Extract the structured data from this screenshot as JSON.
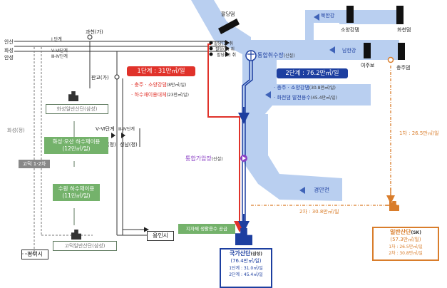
{
  "colors": {
    "river": "#b9cff0",
    "river_arrow": "#3f63b8",
    "stage1": "#e0322a",
    "stage2": "#1d3fa0",
    "orange": "#d97d2b",
    "green": "#74b26b",
    "dam": "#111111"
  },
  "dams": {
    "paldang": "팔당댐",
    "soyang": "소양강댐",
    "hwacheon": "화천댐",
    "chungju": "충주댐",
    "yeoju": "여주보"
  },
  "rivers": {
    "bukhan": "북한강",
    "namhan": "남한강",
    "gyeongan": "경안천"
  },
  "intake": {
    "label": "통합취수장",
    "sub": "(신설)",
    "gate1": "팔당(1) 취",
    "gate2": "팔당(2) 취",
    "gate3": "팔당(3) 취"
  },
  "pump": {
    "label": "통합가압장",
    "sub": "(신설)"
  },
  "left_lines": {
    "anyang": "안산",
    "hwaseong": "화성",
    "ansan": "안성",
    "line1": "Ⅰ 단계",
    "line5": "Ⅴ-Ⅵ단계",
    "line34": "Ⅲ-Ⅳ단계",
    "gwacheon": "과천(가)",
    "pangyo": "판교(가)",
    "hwaseong_jeong": "화성(정)",
    "suji": "수지(정)",
    "seongnam": "성남(정)",
    "v_vi": "Ⅴ-Ⅵ단계",
    "iii_iv": "Ⅲ-Ⅳ단계",
    "yongin": "용인시",
    "pyeongtaek": "평택시",
    "godeok12": "고덕 1·2차"
  },
  "stage1": {
    "title": "1단계 : 31만㎥/일",
    "item1_a": "· 충주 · 소양강댐",
    "item1_b": "(8만㎥/일)",
    "item2_a": "· 하수재이용대체",
    "item2_b": "(23만㎥/일)"
  },
  "stage2": {
    "title": "2단계 : 76.2만㎥/일",
    "item1_a": "· 충주 · 소양강댐",
    "item1_b": "(30.8만㎥/일)",
    "item2_a": "· 화천댐 발전용수",
    "item2_b": "(45.4만㎥/일)"
  },
  "facilities": {
    "hwaseong_plant": "화성일반산단(삼성)",
    "hwaseong_osan": "화성·오산 하수재이용",
    "hwaseong_osan_cap": "(12만㎥/일)",
    "suwon": "수원 하수재이용",
    "suwon_cap": "(11만㎥/일)",
    "godeok_plant": "고덕일반산단(삼성)",
    "supply": "지자체 생활용수 공급"
  },
  "national": {
    "title": "국가산단",
    "owner": "(삼성)",
    "cap": "(76.4만㎥/일)",
    "s1": "1단계 : 31.0㎥/일",
    "s2": "2단계 : 45.4㎥/일"
  },
  "general": {
    "title": "일반산단",
    "owner": "(SK)",
    "cap": "(57.3만㎥/일)",
    "s1": "1차 : 26.5만㎥/일",
    "s2": "2차 : 30.8만㎥/일"
  },
  "routes": {
    "r1": "1차 : 26.5만㎥/일",
    "r2": "2차 : 30.8만㎥/일"
  }
}
